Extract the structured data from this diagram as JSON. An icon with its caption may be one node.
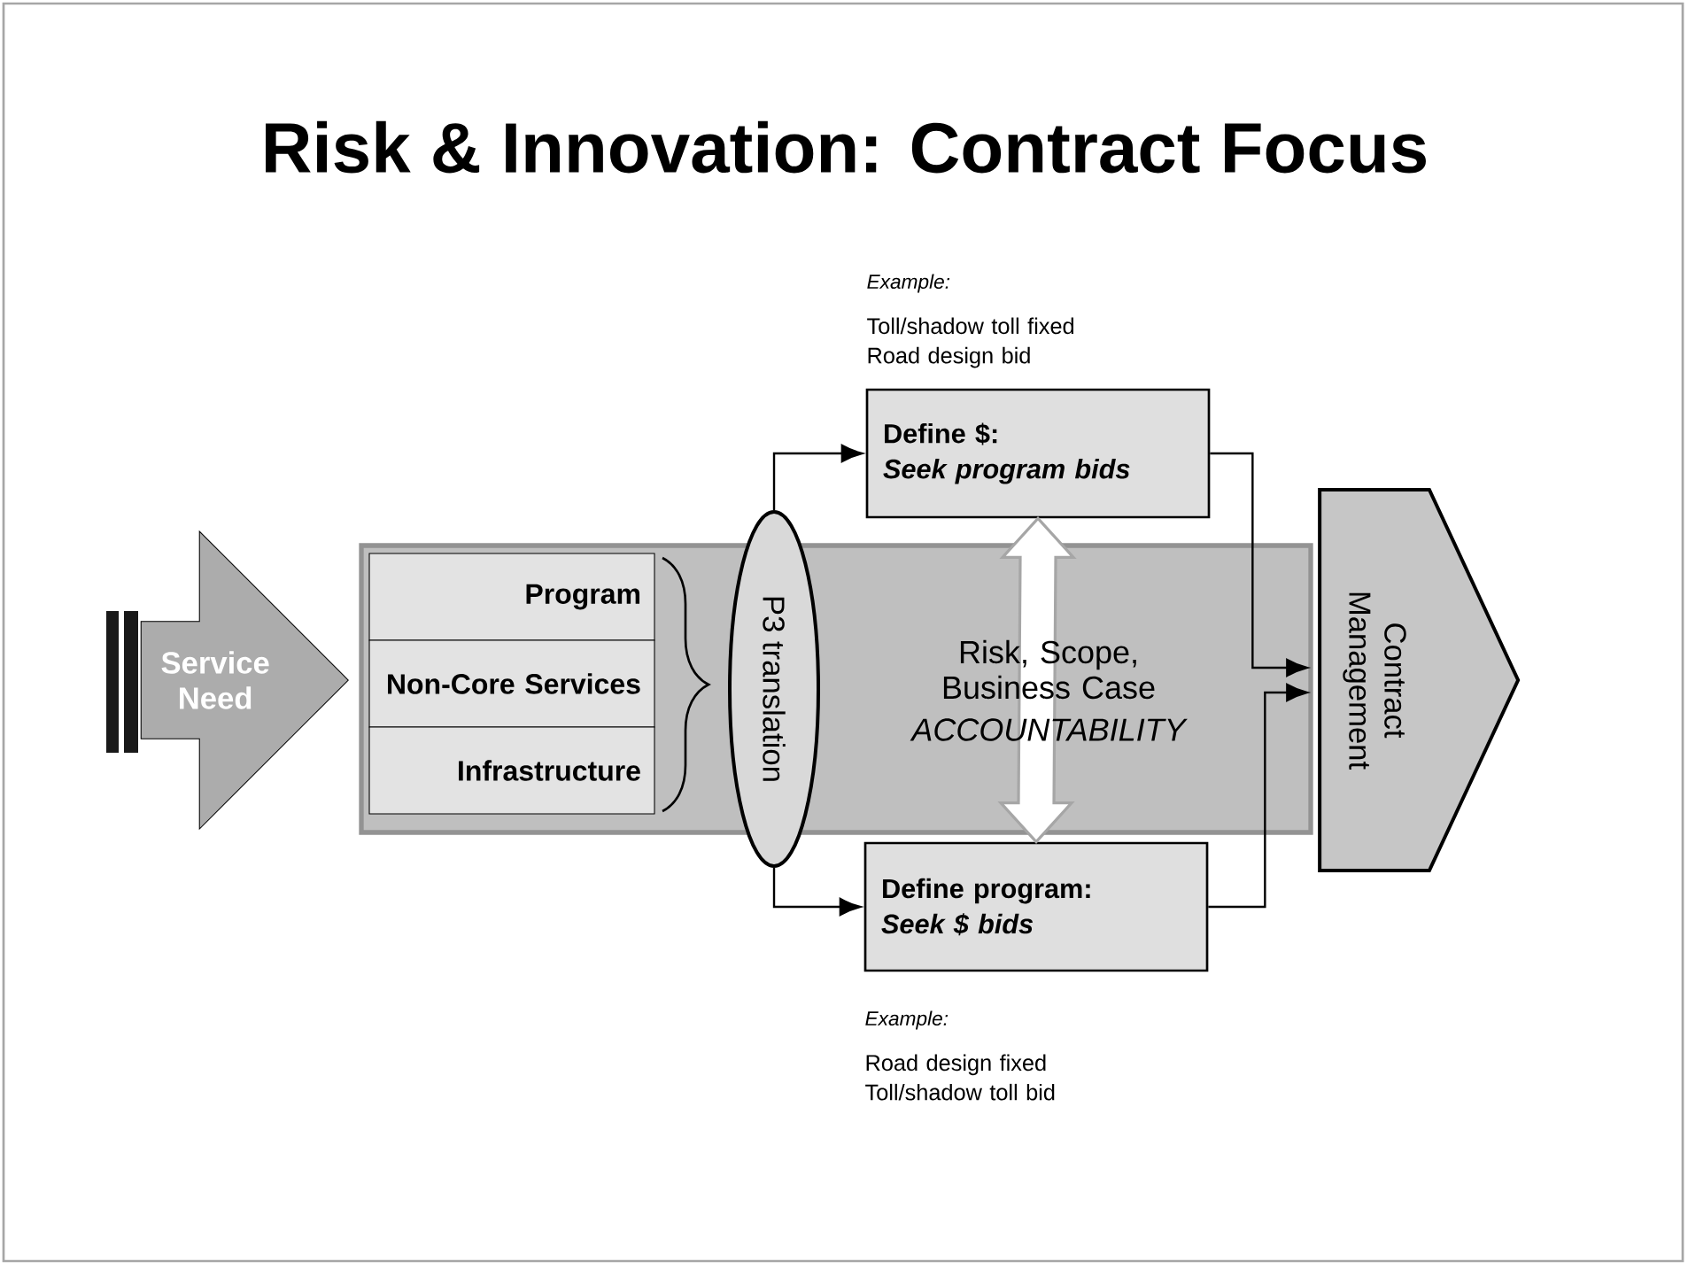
{
  "diagram": {
    "title": "Risk & Innovation: Contract Focus",
    "nodes": [
      {
        "text": [
          "Risk, Scope, Business Case",
          "ACCOUNTABILITY"
        ]
      },
      {
        "text": [
          "Service Need"
        ]
      },
      {
        "text": [
          "Program"
        ],
        "in": 0
      },
      {
        "text": [
          "Non-Core Services"
        ],
        "in": 0
      },
      {
        "text": [
          "Infrastructure"
        ],
        "in": 0
      },
      {
        "text": [
          "P3 translation"
        ]
      },
      {
        "text": [
          "Define $:",
          "Seek program bids"
        ],
        "beside": [
          "Example:",
          "Toll/shadow toll fixed Road design bid"
        ]
      },
      {
        "text": [
          "Define program:",
          "Seek $ bids"
        ],
        "beside": [
          "Example:",
          "Road design fixed Toll/shadow toll bid"
        ]
      },
      {
        "text": [
          "Contract Management"
        ]
      }
    ],
    "edges": [
      {
        "from": 5,
        "to": 6,
        "arrow": "to"
      },
      {
        "from": 5,
        "to": 7,
        "arrow": "to"
      },
      {
        "from": 6,
        "to": 8,
        "arrow": "to"
      },
      {
        "from": 7,
        "to": 8,
        "arrow": "to"
      },
      {
        "from": 6,
        "to": 7,
        "arrow": "both",
        "style": "thick"
      }
    ]
  }
}
